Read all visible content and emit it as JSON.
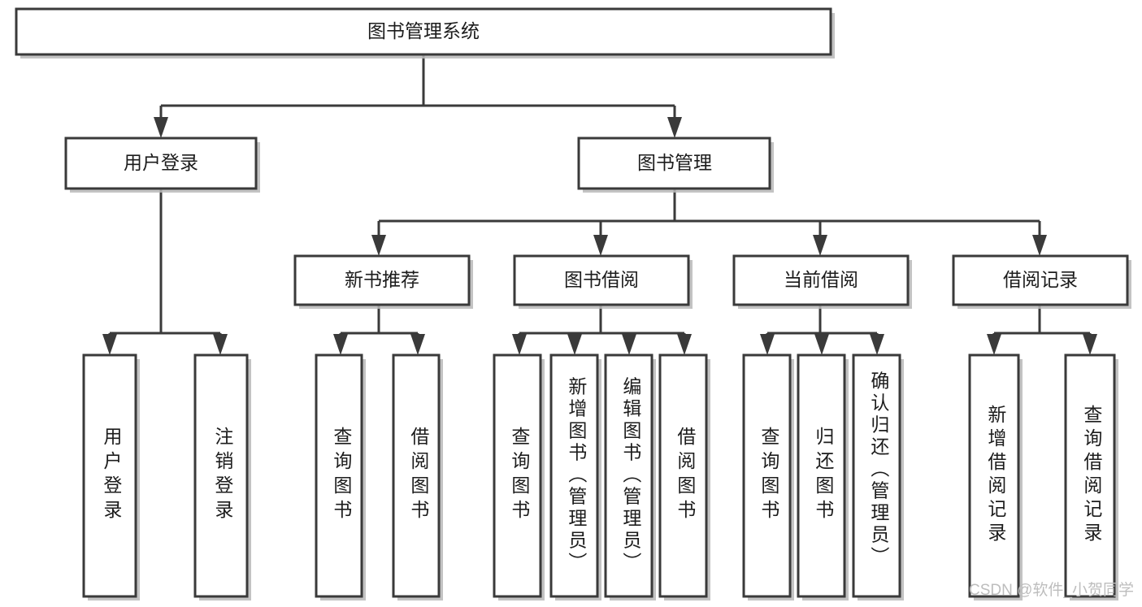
{
  "diagram": {
    "type": "tree-hierarchy",
    "title": "图书管理系统",
    "watermark": "CSDN @软件_小贺同学",
    "colors": {
      "box_stroke": "#3a3a3a",
      "box_fill": "#ffffff",
      "text": "#1c1c1c",
      "connector": "#3a3a3a",
      "watermark": "#bdbdbd",
      "background": "#ffffff"
    },
    "levels": [
      {
        "level": 0,
        "nodes": [
          {
            "id": "root",
            "label": "图书管理系统",
            "orientation": "horizontal"
          }
        ]
      },
      {
        "level": 1,
        "nodes": [
          {
            "id": "user-login",
            "label": "用户登录",
            "orientation": "horizontal",
            "parent": "root"
          },
          {
            "id": "book-mgmt",
            "label": "图书管理",
            "orientation": "horizontal",
            "parent": "root"
          }
        ]
      },
      {
        "level": 2,
        "nodes": [
          {
            "id": "new-book-rec",
            "label": "新书推荐",
            "orientation": "horizontal",
            "parent": "book-mgmt"
          },
          {
            "id": "book-borrow",
            "label": "图书借阅",
            "orientation": "horizontal",
            "parent": "book-mgmt"
          },
          {
            "id": "current-borrow",
            "label": "当前借阅",
            "orientation": "horizontal",
            "parent": "book-mgmt"
          },
          {
            "id": "borrow-record",
            "label": "借阅记录",
            "orientation": "horizontal",
            "parent": "book-mgmt"
          }
        ]
      },
      {
        "level": 3,
        "nodes": [
          {
            "id": "leaf-user-login",
            "label": "用户登录",
            "orientation": "vertical",
            "parent": "user-login"
          },
          {
            "id": "leaf-user-logout",
            "label": "注销登录",
            "orientation": "vertical",
            "parent": "user-login"
          },
          {
            "id": "leaf-query-book-1",
            "label": "查询图书",
            "orientation": "vertical",
            "parent": "new-book-rec"
          },
          {
            "id": "leaf-borrow-book-1",
            "label": "借阅图书",
            "orientation": "vertical",
            "parent": "new-book-rec"
          },
          {
            "id": "leaf-query-book-2",
            "label": "查询图书",
            "orientation": "vertical",
            "parent": "book-borrow"
          },
          {
            "id": "leaf-add-book",
            "label": "新增图书（管理员）",
            "orientation": "vertical",
            "parent": "book-borrow"
          },
          {
            "id": "leaf-edit-book",
            "label": "编辑图书（管理员）",
            "orientation": "vertical",
            "parent": "book-borrow"
          },
          {
            "id": "leaf-borrow-book-2",
            "label": "借阅图书",
            "orientation": "vertical",
            "parent": "book-borrow"
          },
          {
            "id": "leaf-query-book-3",
            "label": "查询图书",
            "orientation": "vertical",
            "parent": "current-borrow"
          },
          {
            "id": "leaf-return-book",
            "label": "归还图书",
            "orientation": "vertical",
            "parent": "current-borrow"
          },
          {
            "id": "leaf-confirm-return",
            "label": "确认归还（管理员）",
            "orientation": "vertical",
            "parent": "current-borrow"
          },
          {
            "id": "leaf-add-record",
            "label": "新增借阅记录",
            "orientation": "vertical",
            "parent": "borrow-record"
          },
          {
            "id": "leaf-query-record",
            "label": "查询借阅记录",
            "orientation": "vertical",
            "parent": "borrow-record"
          }
        ]
      }
    ]
  },
  "labels": {
    "root": "图书管理系统",
    "user_login": "用户登录",
    "book_mgmt": "图书管理",
    "new_book_rec": "新书推荐",
    "book_borrow": "图书借阅",
    "current_borrow": "当前借阅",
    "borrow_record": "借阅记录",
    "leaf_user_login": "用户登录",
    "leaf_user_logout": "注销登录",
    "leaf_query_book_1": "查询图书",
    "leaf_borrow_book_1": "借阅图书",
    "leaf_query_book_2": "查询图书",
    "leaf_add_book": "新增图书（管理员）",
    "leaf_edit_book": "编辑图书（管理员）",
    "leaf_borrow_book_2": "借阅图书",
    "leaf_query_book_3": "查询图书",
    "leaf_return_book": "归还图书",
    "leaf_confirm_return": "确认归还（管理员）",
    "leaf_add_record": "新增借阅记录",
    "leaf_query_record": "查询借阅记录",
    "watermark": "CSDN @软件_小贺同学"
  }
}
